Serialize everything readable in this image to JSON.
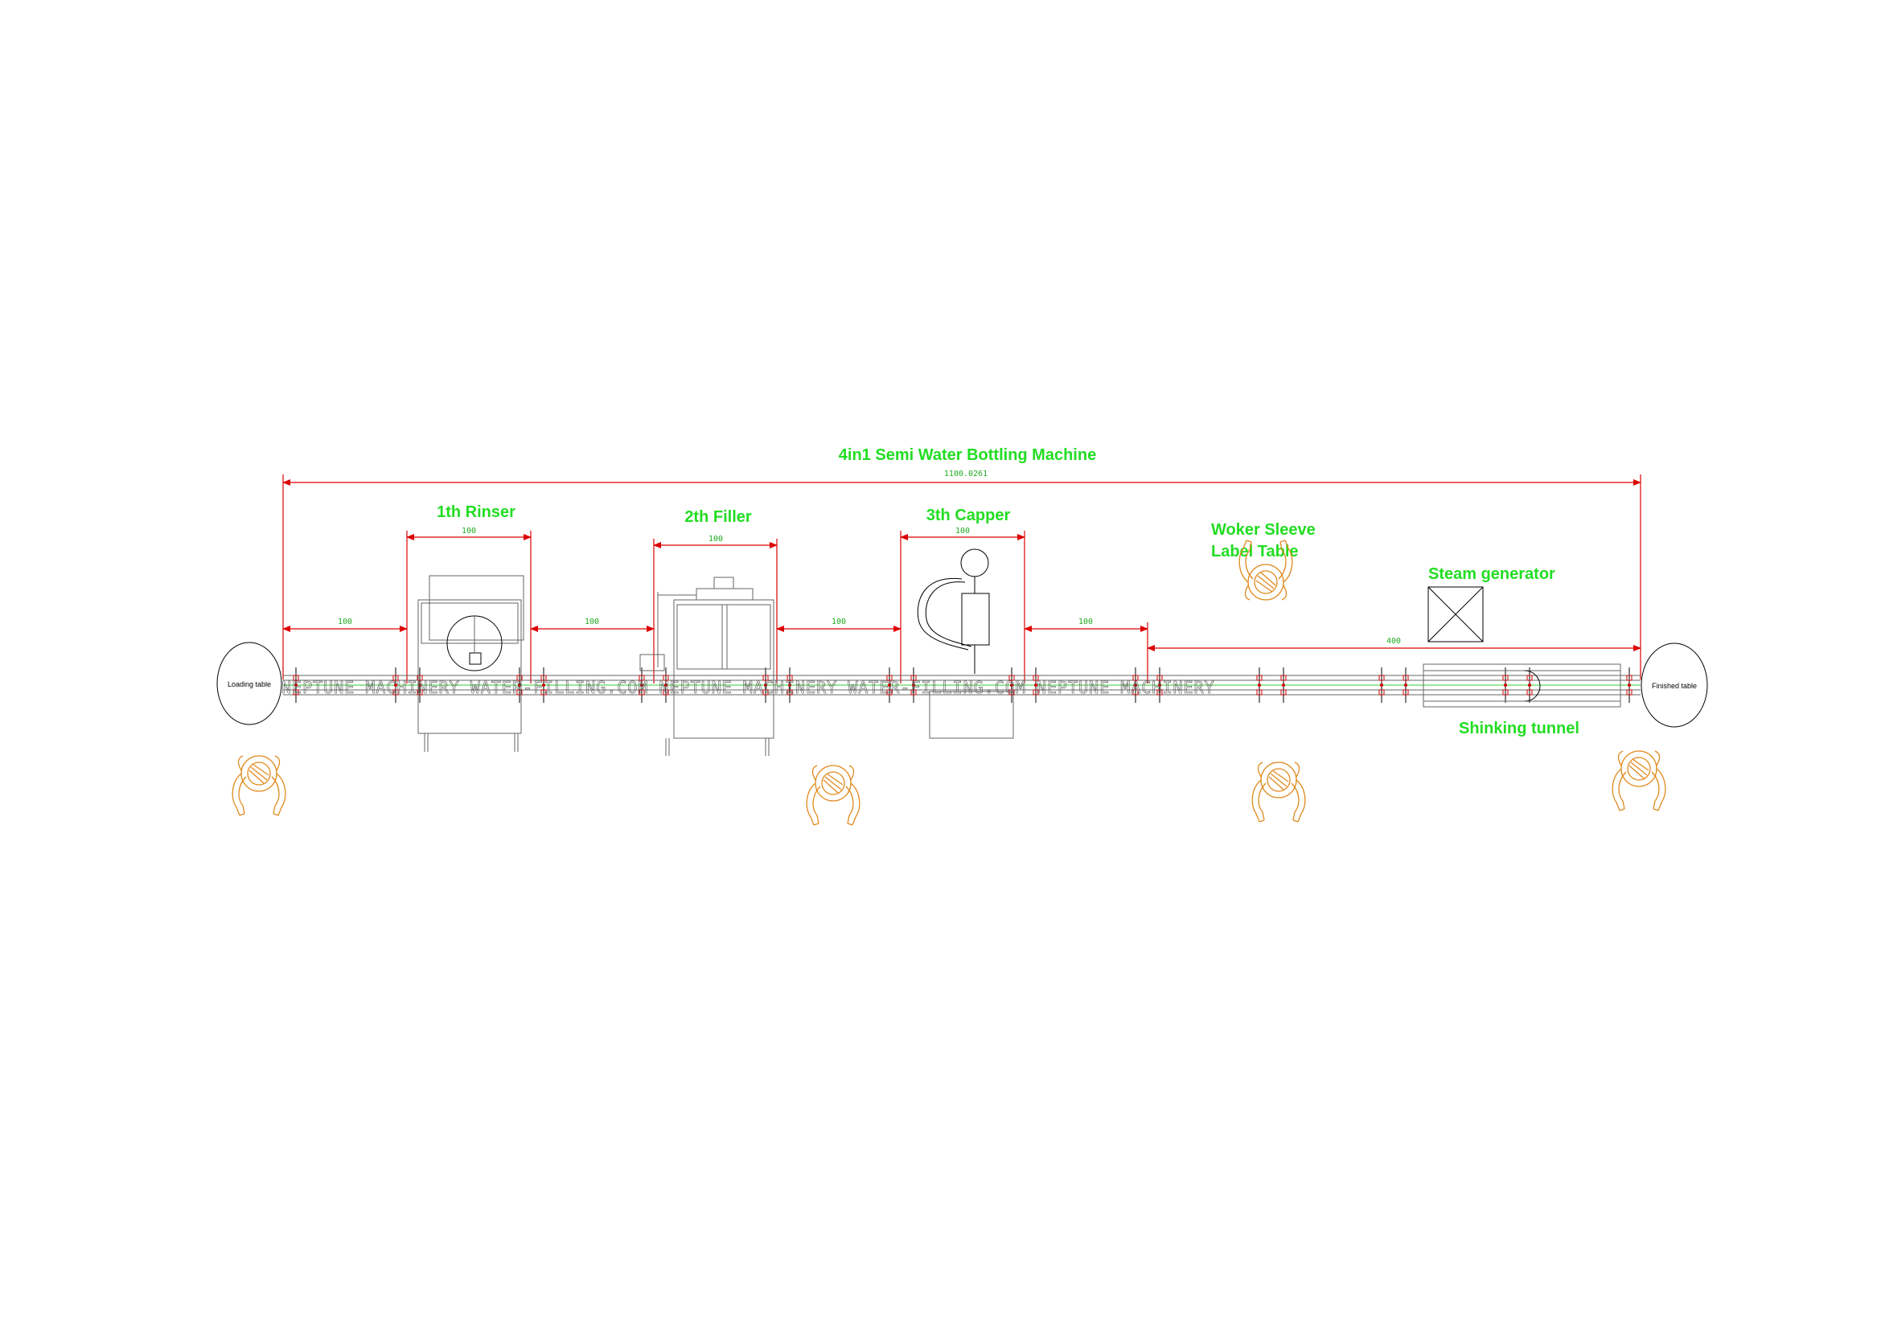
{
  "title": "4in1 Semi Water Bottling Machine",
  "total_dimension": "1100.0261",
  "stations": {
    "rinser": "1th Rinser",
    "filler": "2th Filler",
    "capper": "3th Capper",
    "sleeve_table_line1": "Woker Sleeve",
    "sleeve_table_line2": "Label Table",
    "steam_generator": "Steam generator",
    "shrinking_tunnel": "Shinking tunnel"
  },
  "tables": {
    "loading": "Loading table",
    "finished": "Finished table"
  },
  "dimensions": {
    "rinser_width": "100",
    "filler_width": "100",
    "capper_width": "100",
    "gap_1": "100",
    "gap_2": "100",
    "gap_3": "100",
    "gap_4": "100",
    "tunnel_span": "400"
  },
  "watermark": "NEPTUNE MACHINERY WATER-FILLING.COM NEPTUNE MACHINERY WATER-FILLING.COM NEPTUNE MACHINERY",
  "colors": {
    "label": "#22dd22",
    "dimension": "#dd0000",
    "worker": "#e08a1e",
    "outline": "#000000"
  }
}
